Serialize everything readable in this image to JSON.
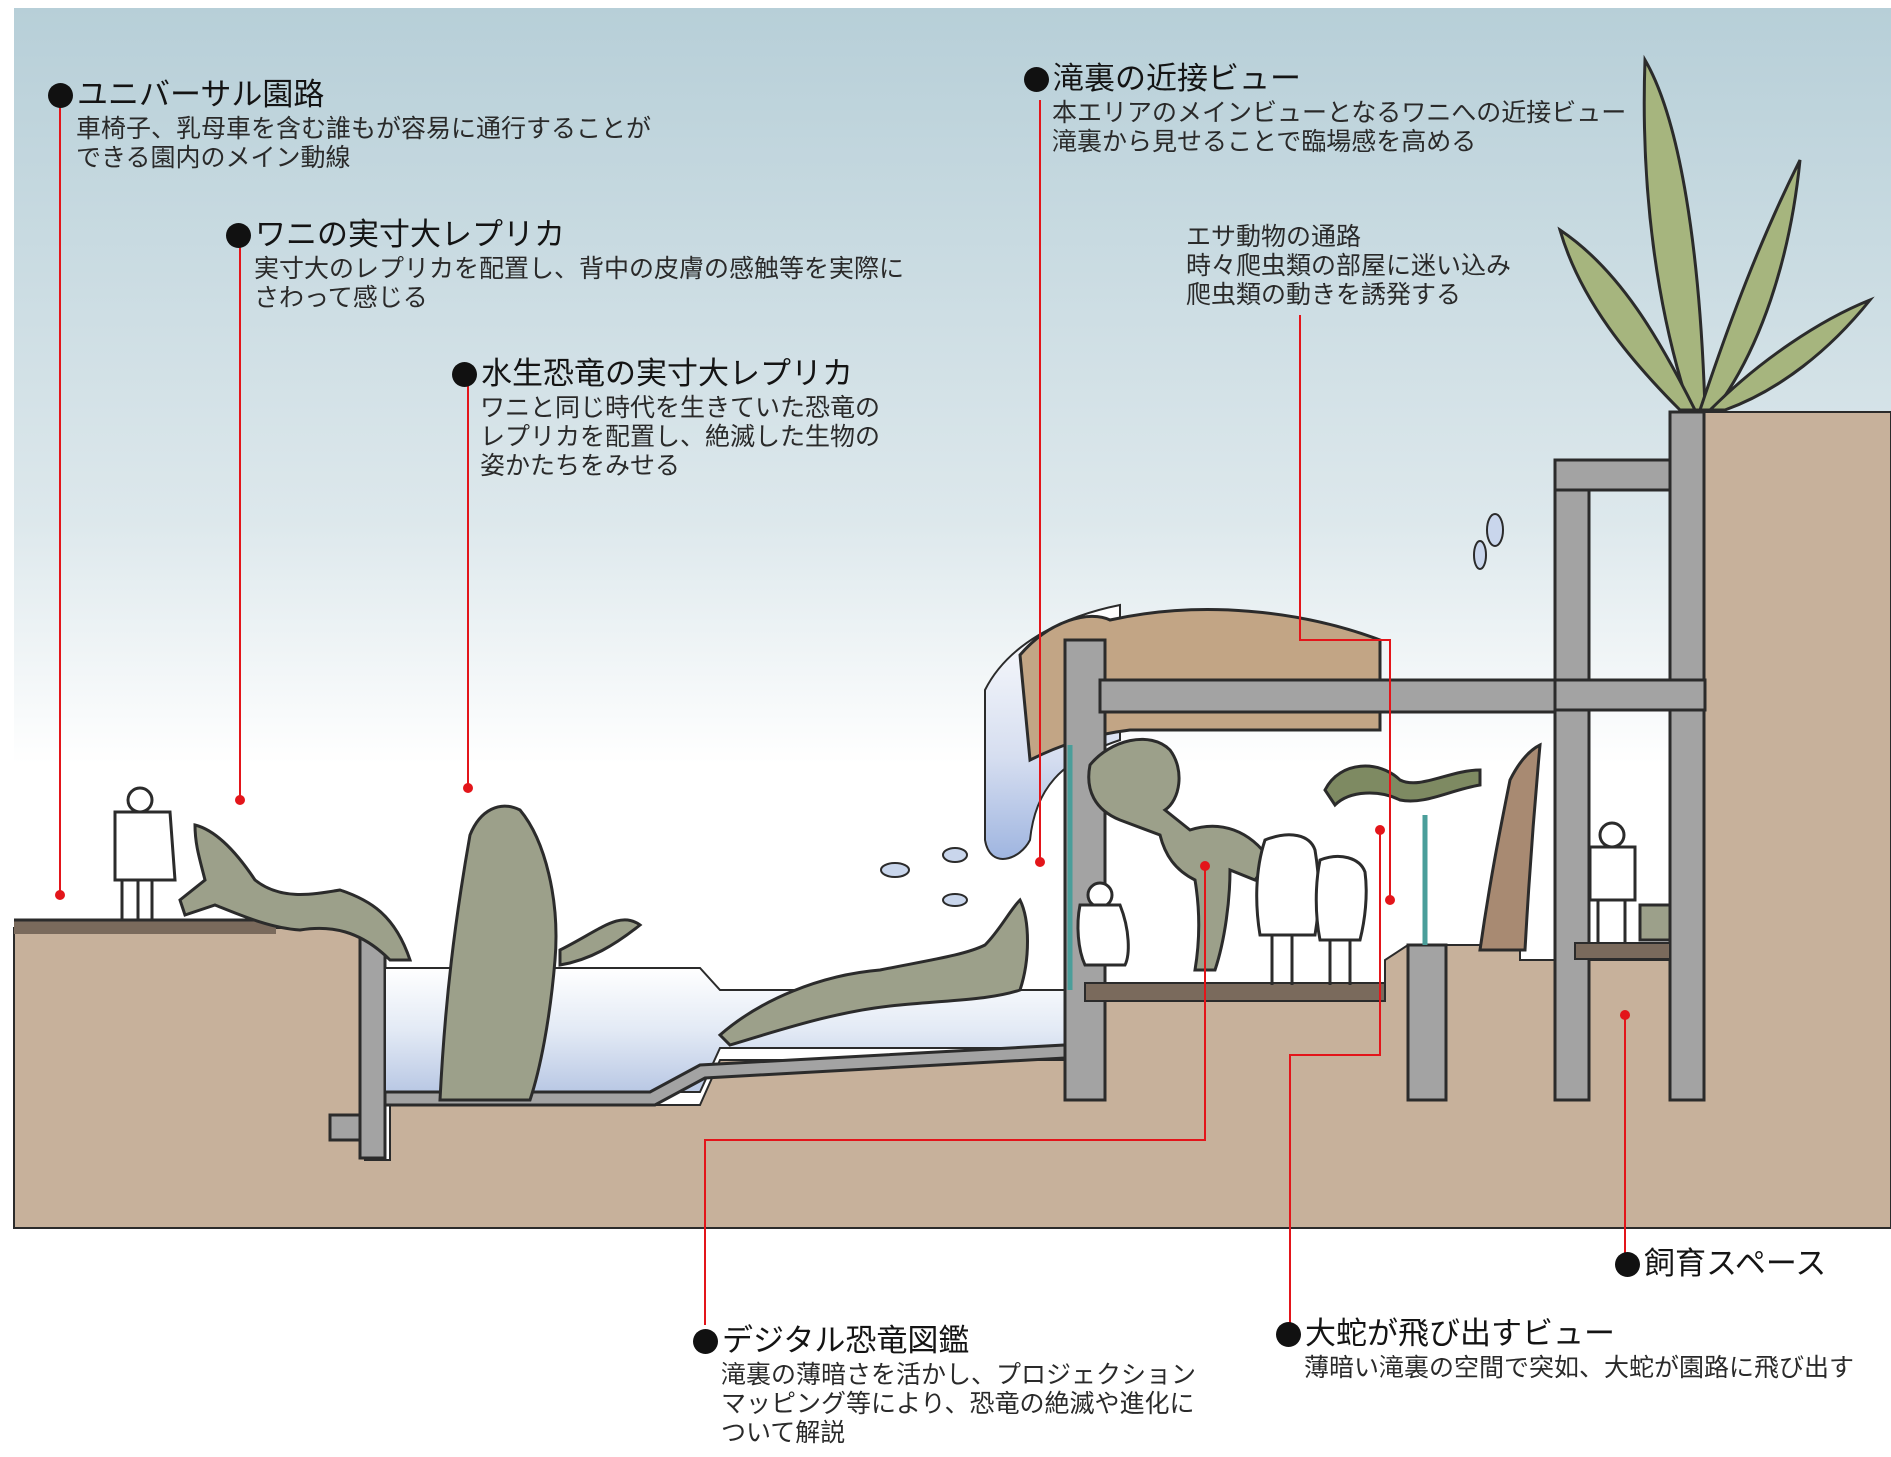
{
  "colors": {
    "sky_top": "#b7cfd8",
    "sky_bottom": "#ffffff",
    "ground": "#c7b19b",
    "wall": "#a3a3a3",
    "water": "#c9d6ec",
    "rock": "#c2a585",
    "crocodile": "#9ca08a",
    "plant": "#a6b57e",
    "leader_line": "#e3151a",
    "outline": "#2b2b2b"
  },
  "annotations": {
    "universal_path": {
      "title": "ユニバーサル園路",
      "desc": "車椅子、乳母車を含む誰もが容易に通行することが\nできる園内のメイン動線"
    },
    "croc_replica": {
      "title": "ワニの実寸大レプリカ",
      "desc": "実寸大のレプリカを配置し、背中の皮膚の感触等を実際に\nさわって感じる"
    },
    "aquatic_dino": {
      "title": "水生恐竜の実寸大レプリカ",
      "desc": "ワニと同じ時代を生きていた恐竜の\nレプリカを配置し、絶滅した生物の\n姿かたちをみせる"
    },
    "waterfall_view": {
      "title": "滝裏の近接ビュー",
      "desc": "本エリアのメインビューとなるワニへの近接ビュー\n滝裏から見せることで臨場感を高める"
    },
    "feed_path": {
      "desc": "エサ動物の通路\n時々爬虫類の部屋に迷い込み\n爬虫類の動きを誘発する"
    },
    "breeding_space": {
      "title": "飼育スペース"
    },
    "digital_dino": {
      "title": "デジタル恐竜図鑑",
      "desc": "滝裏の薄暗さを活かし、プロジェクション\nマッピング等により、恐竜の絶滅や進化に\nついて解説"
    },
    "snake_view": {
      "title": "大蛇が飛び出すビュー",
      "desc": "薄暗い滝裏の空間で突如、大蛇が園路に飛び出す"
    }
  }
}
